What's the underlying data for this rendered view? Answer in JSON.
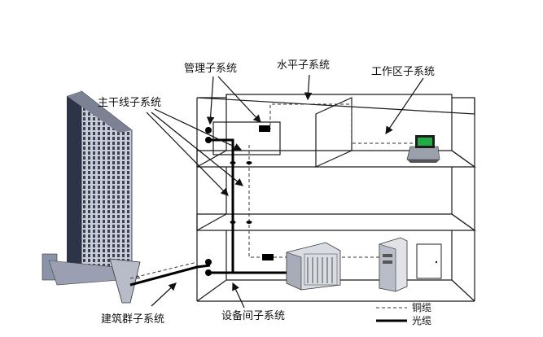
{
  "labels": {
    "management": "管理子系统",
    "horizontal": "水平子系统",
    "work_area": "工作区子系统",
    "backbone": "主干线子系统",
    "campus": "建筑群子系统",
    "equipment_room": "设备间子系统"
  },
  "legend": {
    "copper": "铜缆",
    "fiber": "光缆"
  },
  "colors": {
    "line": "#111111",
    "building_dark": "#3a3f52",
    "building_light": "#c8ccd6",
    "screen": "#22aa44"
  }
}
